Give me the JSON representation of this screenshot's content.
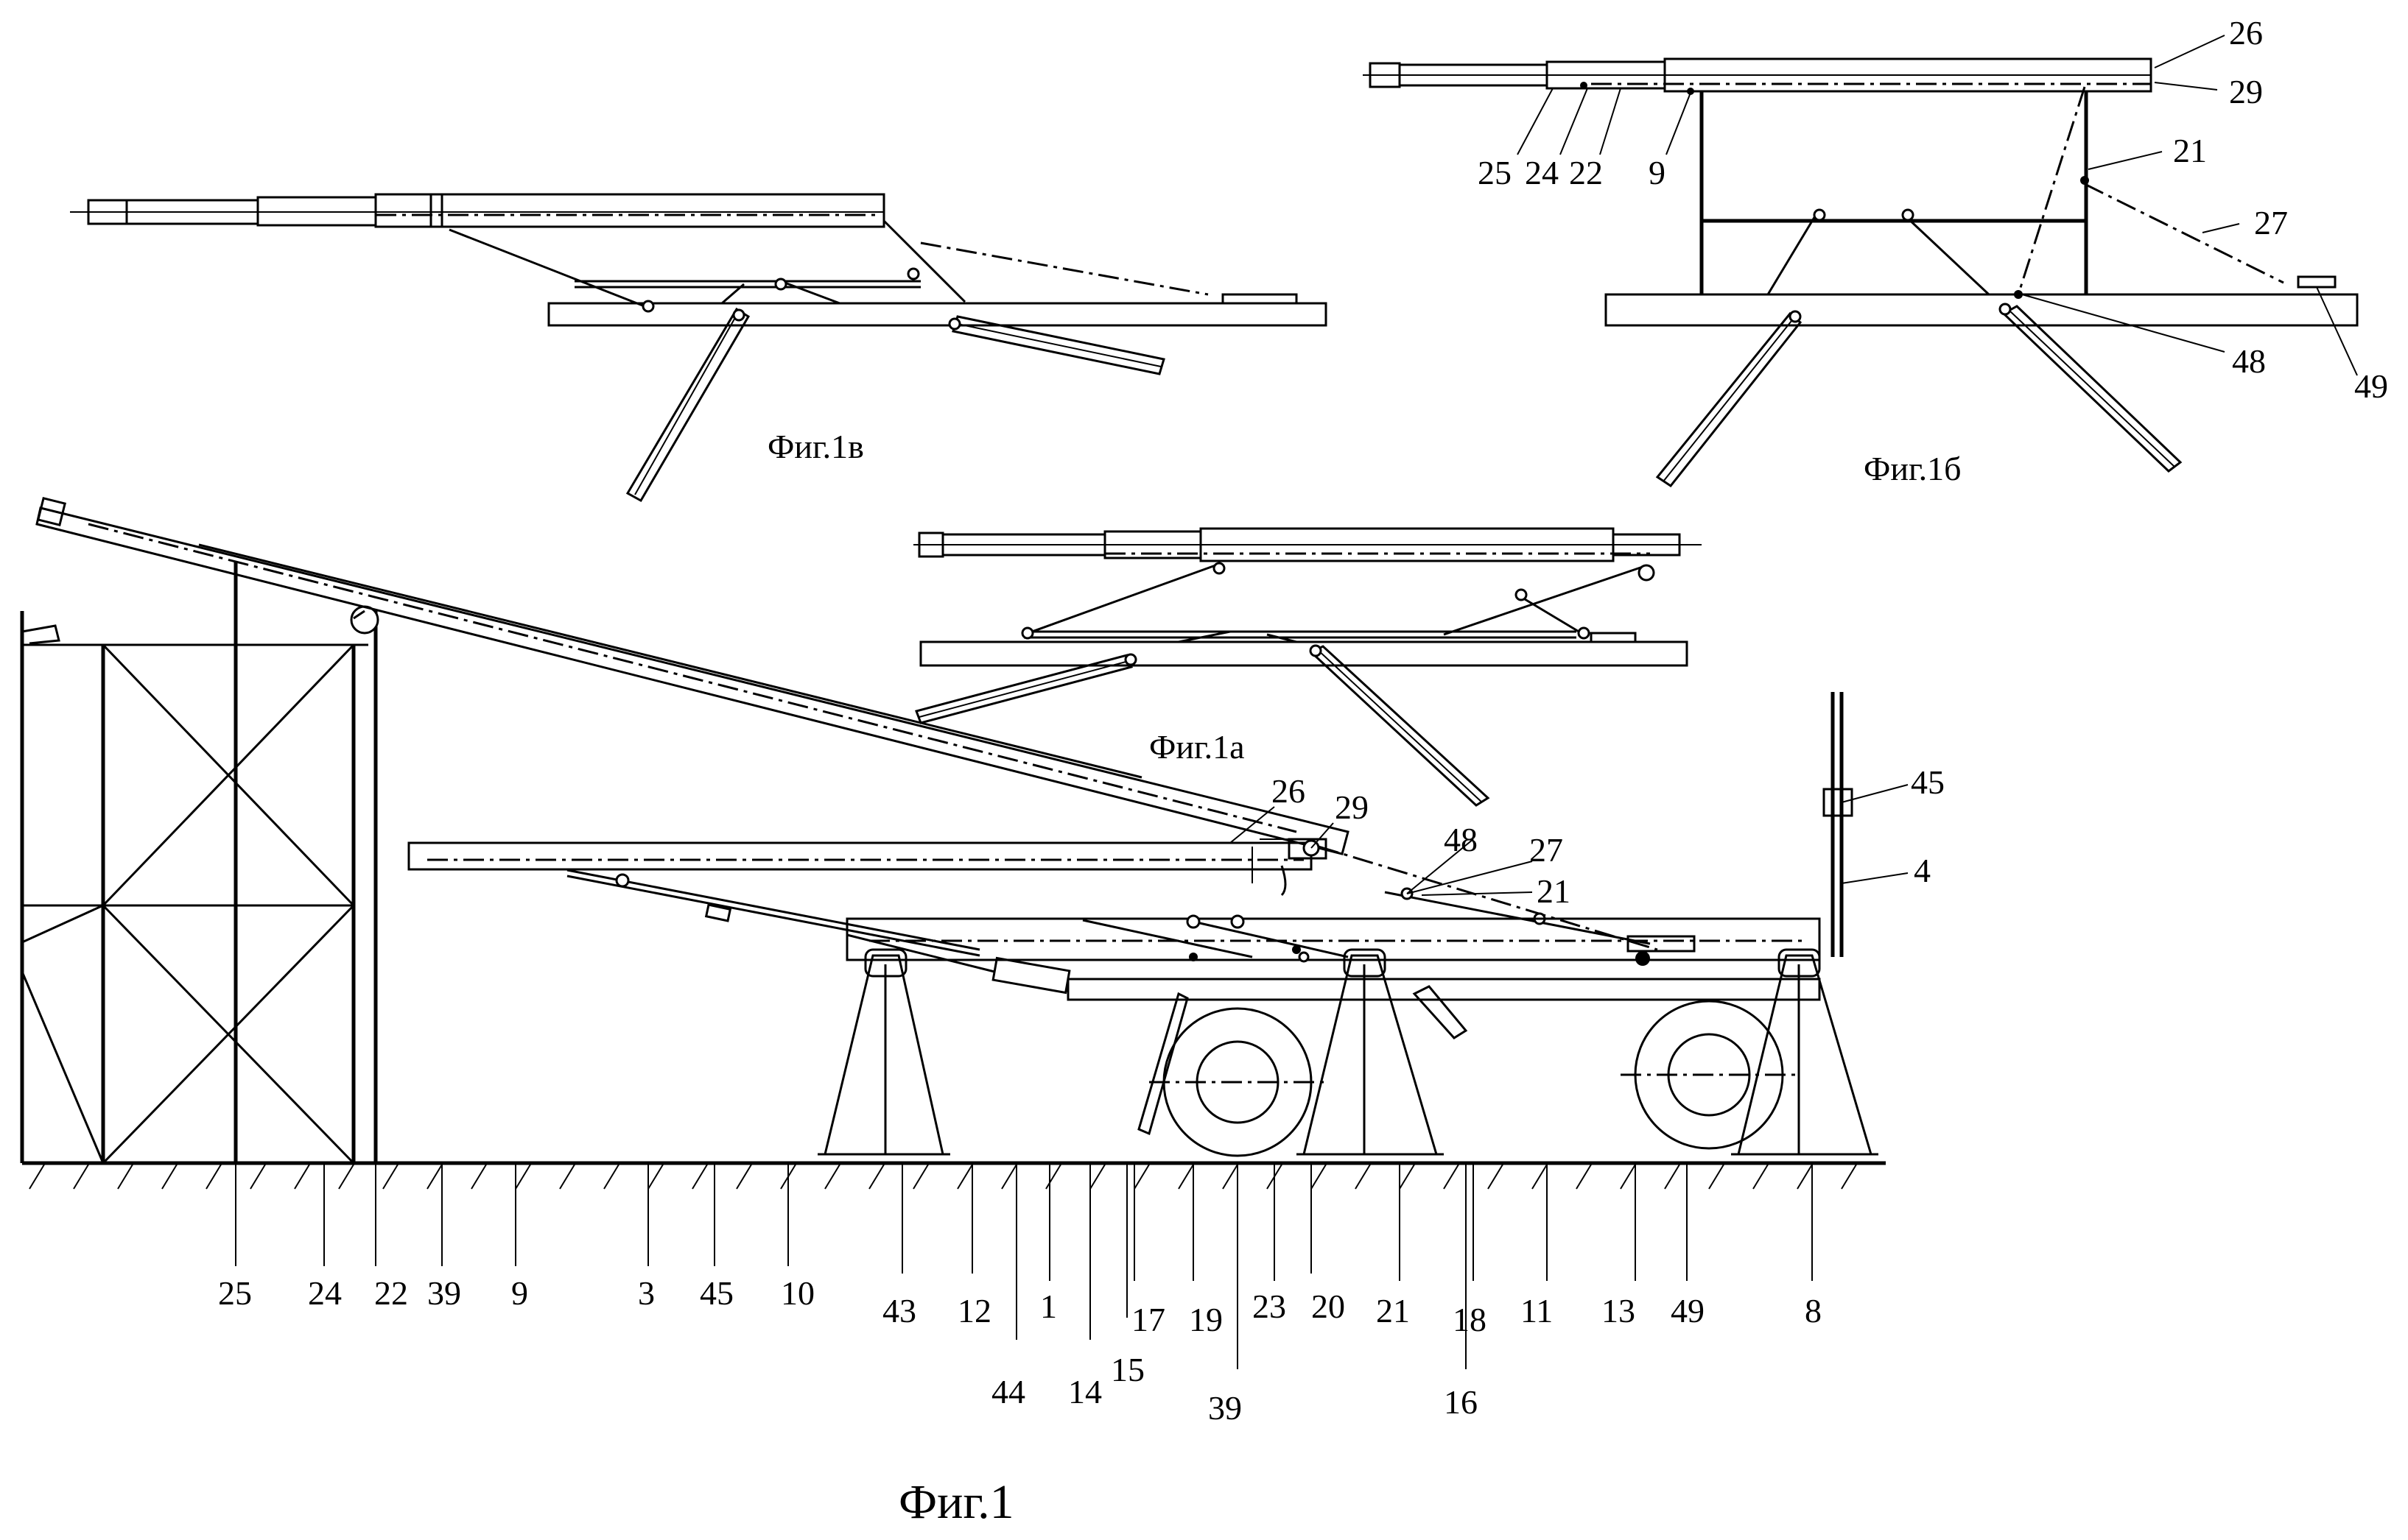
{
  "captions": {
    "fig_1v": "Фиг.1в",
    "fig_1b": "Фиг.1б",
    "fig_1a": "Фиг.1а",
    "fig_1": "Фиг.1"
  },
  "labels_fig1b": [
    "26",
    "29",
    "25",
    "24",
    "22",
    "9",
    "21",
    "27",
    "48",
    "49"
  ],
  "labels_fig1_right": [
    "26",
    "29",
    "48",
    "27",
    "21",
    "45",
    "4"
  ],
  "labels_fig1_bottom": [
    "25",
    "24",
    "22",
    "39",
    "9",
    "3",
    "45",
    "10",
    "43",
    "12",
    "1",
    "17",
    "19",
    "23",
    "20",
    "21",
    "18",
    "11",
    "13",
    "49",
    "8",
    "44",
    "14",
    "15",
    "39",
    "16"
  ]
}
